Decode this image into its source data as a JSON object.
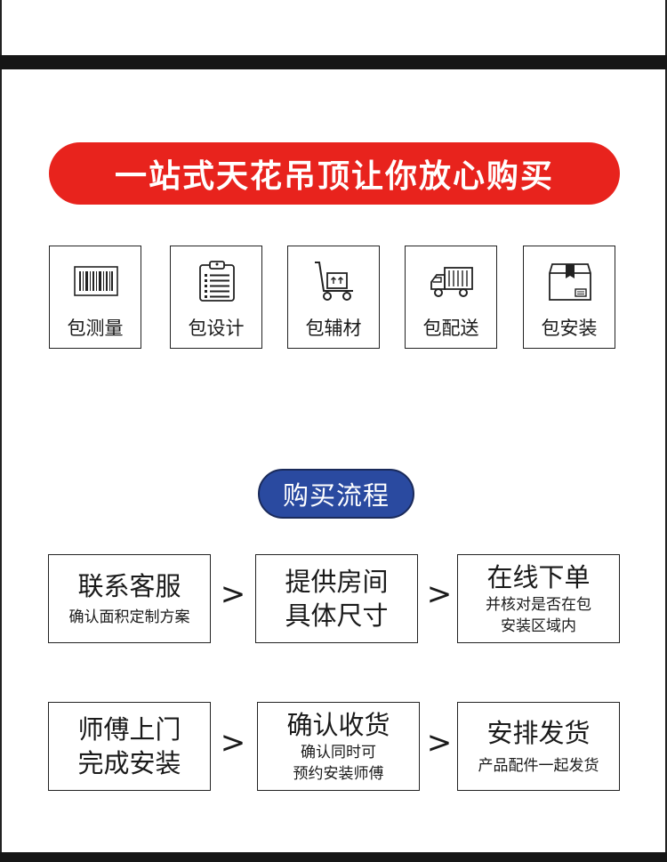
{
  "banner": {
    "text": "一站式天花吊顶让你放心购买"
  },
  "services": [
    {
      "icon": "barcode-icon",
      "label": "包测量"
    },
    {
      "icon": "clipboard-icon",
      "label": "包设计"
    },
    {
      "icon": "hand-truck-icon",
      "label": "包辅材"
    },
    {
      "icon": "truck-icon",
      "label": "包配送"
    },
    {
      "icon": "package-box-icon",
      "label": "包安装"
    }
  ],
  "process": {
    "title": "购买流程"
  },
  "steps": [
    {
      "big": [
        "联系客服"
      ],
      "small": [
        "确认面积定制方案"
      ]
    },
    {
      "big": [
        "提供房间",
        "具体尺寸"
      ],
      "small": []
    },
    {
      "big": [
        "在线下单"
      ],
      "small": [
        "并核对是否在包",
        "安装区域内"
      ]
    },
    {
      "big": [
        "师傅上门",
        "完成安装"
      ],
      "small": []
    },
    {
      "big": [
        "确认收货"
      ],
      "small": [
        "确认同时可",
        "预约安装师傅"
      ]
    },
    {
      "big": [
        "安排发货"
      ],
      "small": [
        "产品配件一起发货"
      ]
    }
  ],
  "arrow_glyph": ">",
  "colors": {
    "banner_red": "#e8231d",
    "pill_blue": "#2a4aa0",
    "bar_black": "#161616"
  }
}
